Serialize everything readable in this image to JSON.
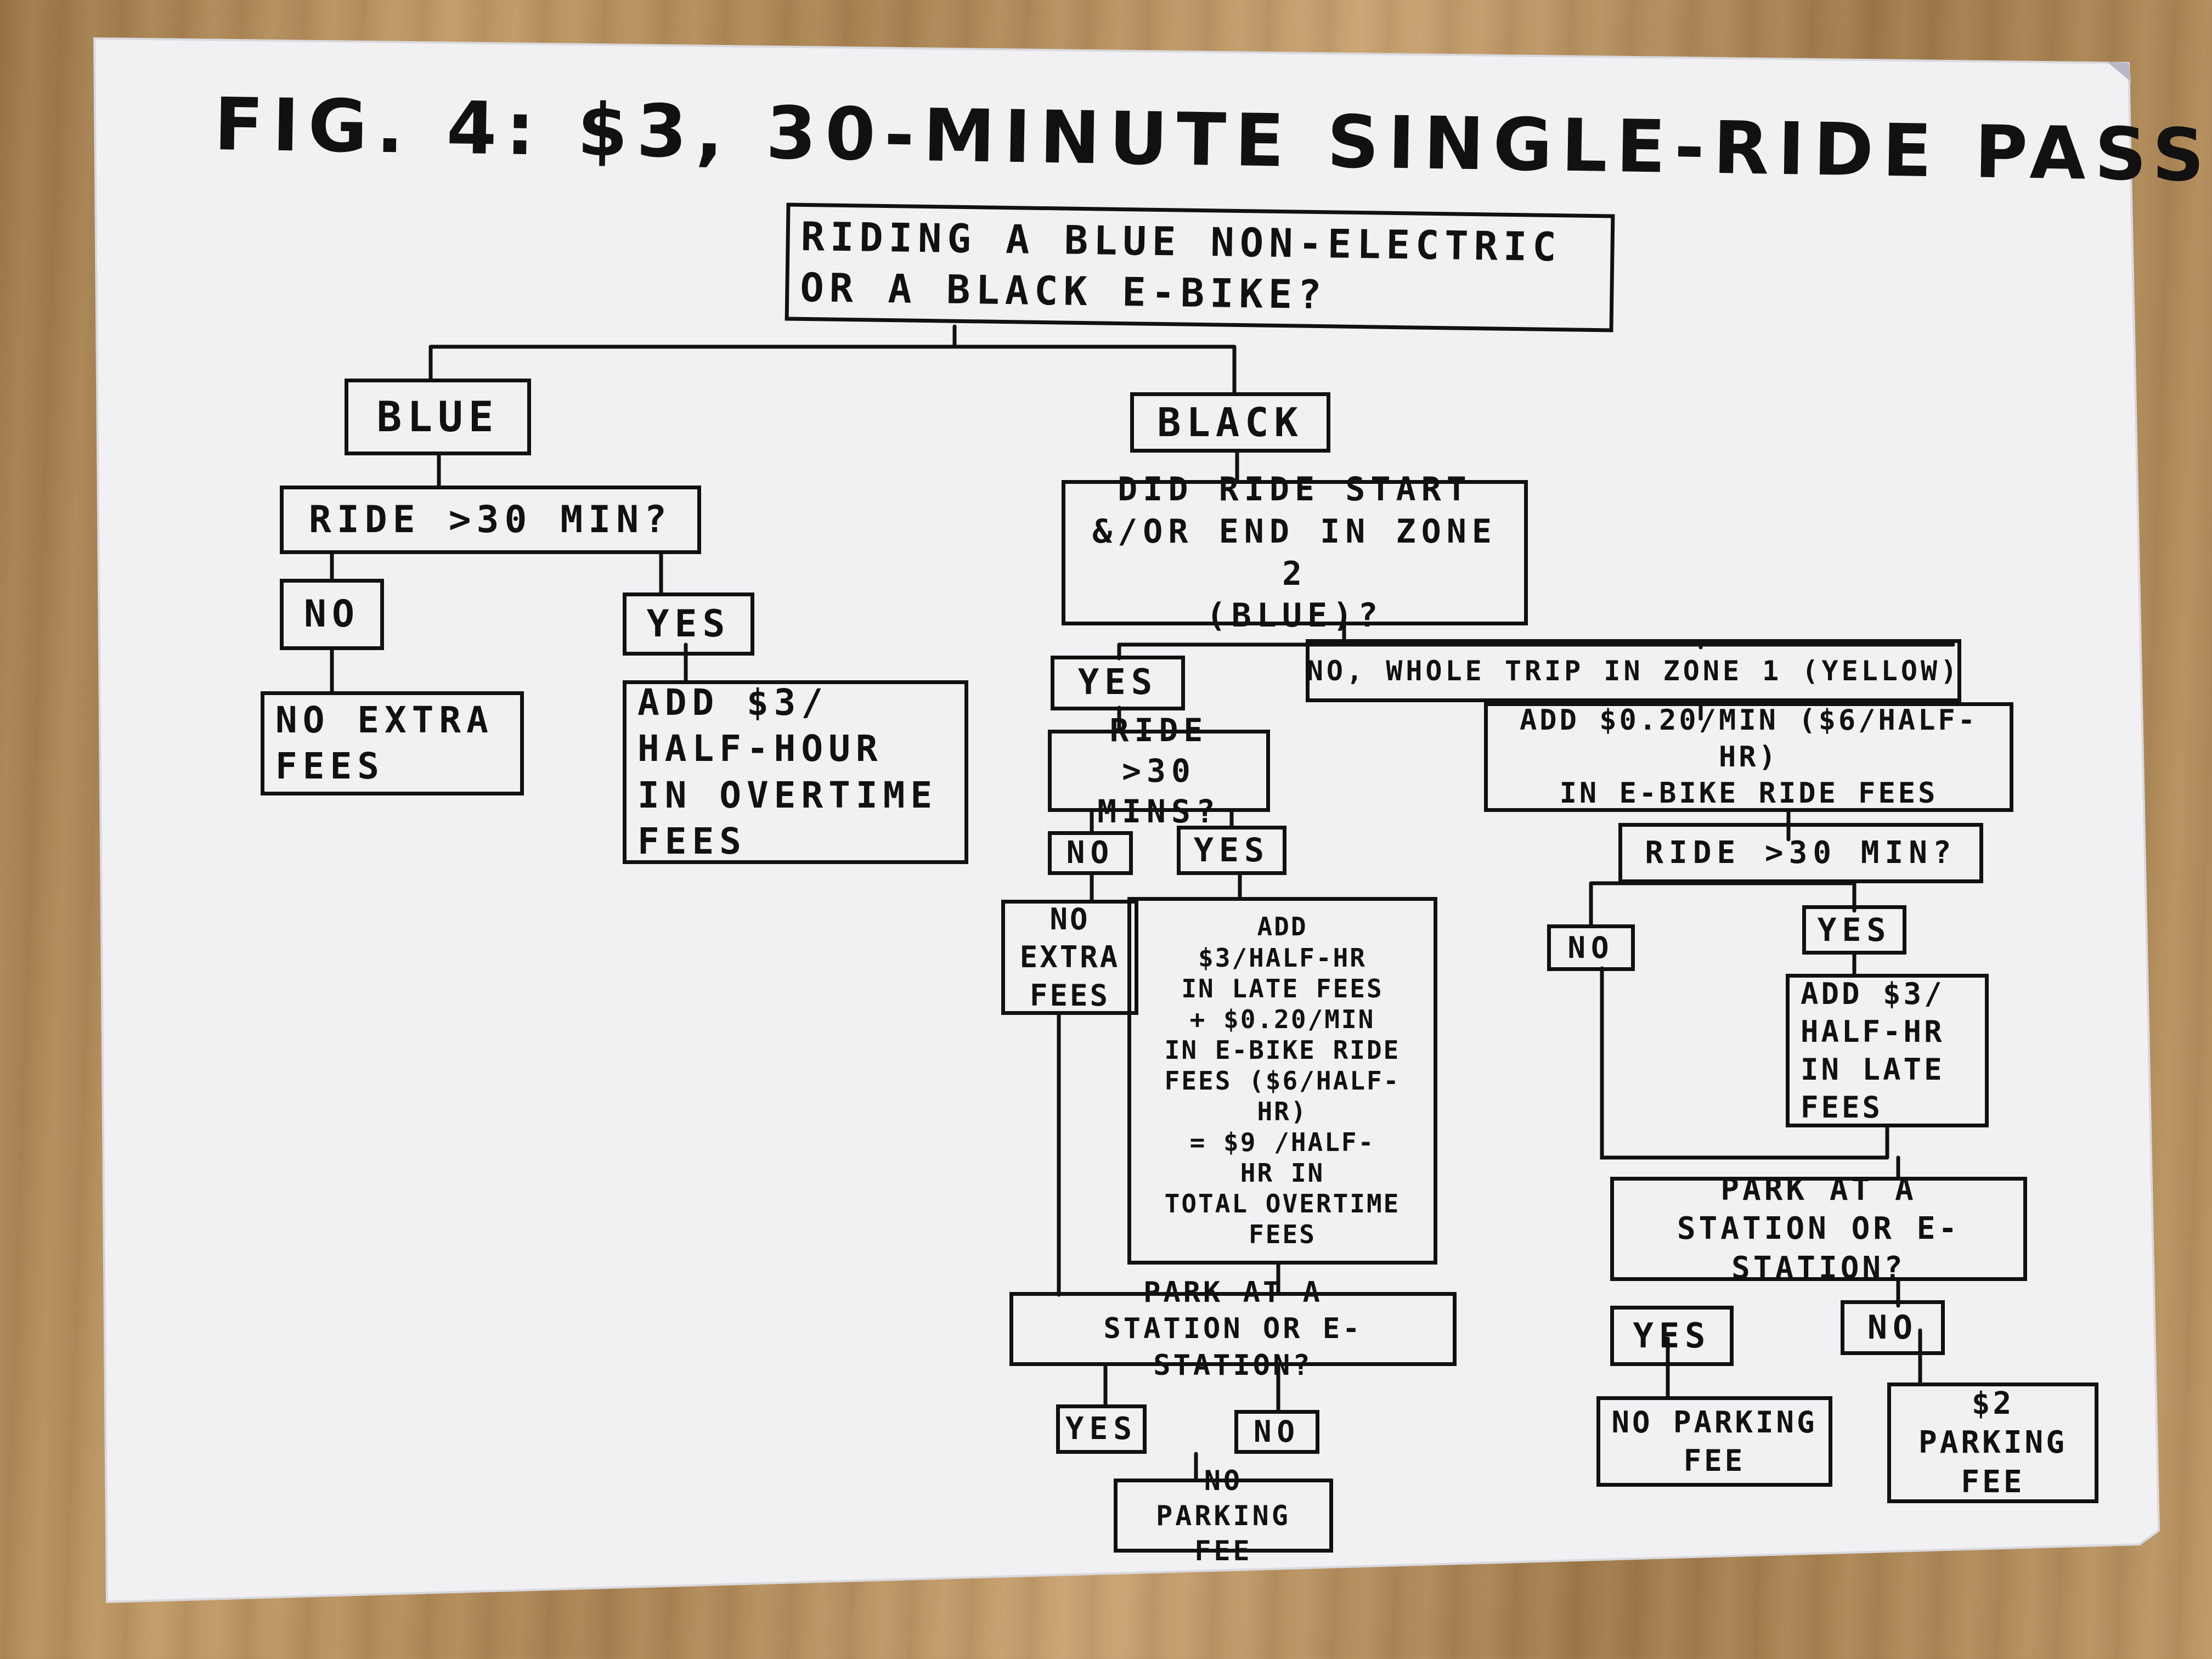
{
  "title": "Fig. 4: $3, 30-minute single-ride pass",
  "nodes": {
    "root": "Riding a blue non-electric\nor a black e-bike?",
    "blue": "Blue",
    "black": "Black",
    "blue_q": "Ride >30 min?",
    "blue_no": "No",
    "blue_yes": "Yes",
    "blue_no_result": "No extra\nfees",
    "blue_yes_result": "Add $3/\nhalf-hour\nin overtime\nfees",
    "black_q": "Did ride start\n&/or end in zone 2\n(blue)?",
    "zone2_yes": "Yes",
    "zone1_no": "No, whole trip in zone 1 (yellow)",
    "z2_ride_q": "Ride >30\nmins?",
    "z2_no": "No",
    "z2_yes": "Yes",
    "z2_no_result": "No\nextra\nfees",
    "z2_yes_result": "Add\n$3/half-hr\nin late fees\n+ $0.20/min\nin e-bike ride\nfees ($6/half-hr)\n= $9 /half-\nhr in\ntotal overtime\nfees",
    "z2_park_q": "Park at a\nstation or e-station?",
    "z2_park_yes": "Yes",
    "z2_park_no": "No",
    "z2_park_yes_result": "No parking\nfee",
    "z1_fee": "Add $0.20/min ($6/half-hr)\nin e-bike ride fees",
    "z1_ride_q": "Ride >30 min?",
    "z1_no": "No",
    "z1_yes": "Yes",
    "z1_yes_result": "Add $3/\nhalf-hr\nin late\nfees",
    "z1_park_q": "Park at a\nstation or e-station?",
    "z1_park_yes": "Yes",
    "z1_park_no": "No",
    "z1_park_yes_result": "No parking\nfee",
    "z1_park_no_result": "$2\nparking\nfee"
  },
  "colors": {
    "ink": "#111111",
    "paper": "#f3f3f5"
  }
}
